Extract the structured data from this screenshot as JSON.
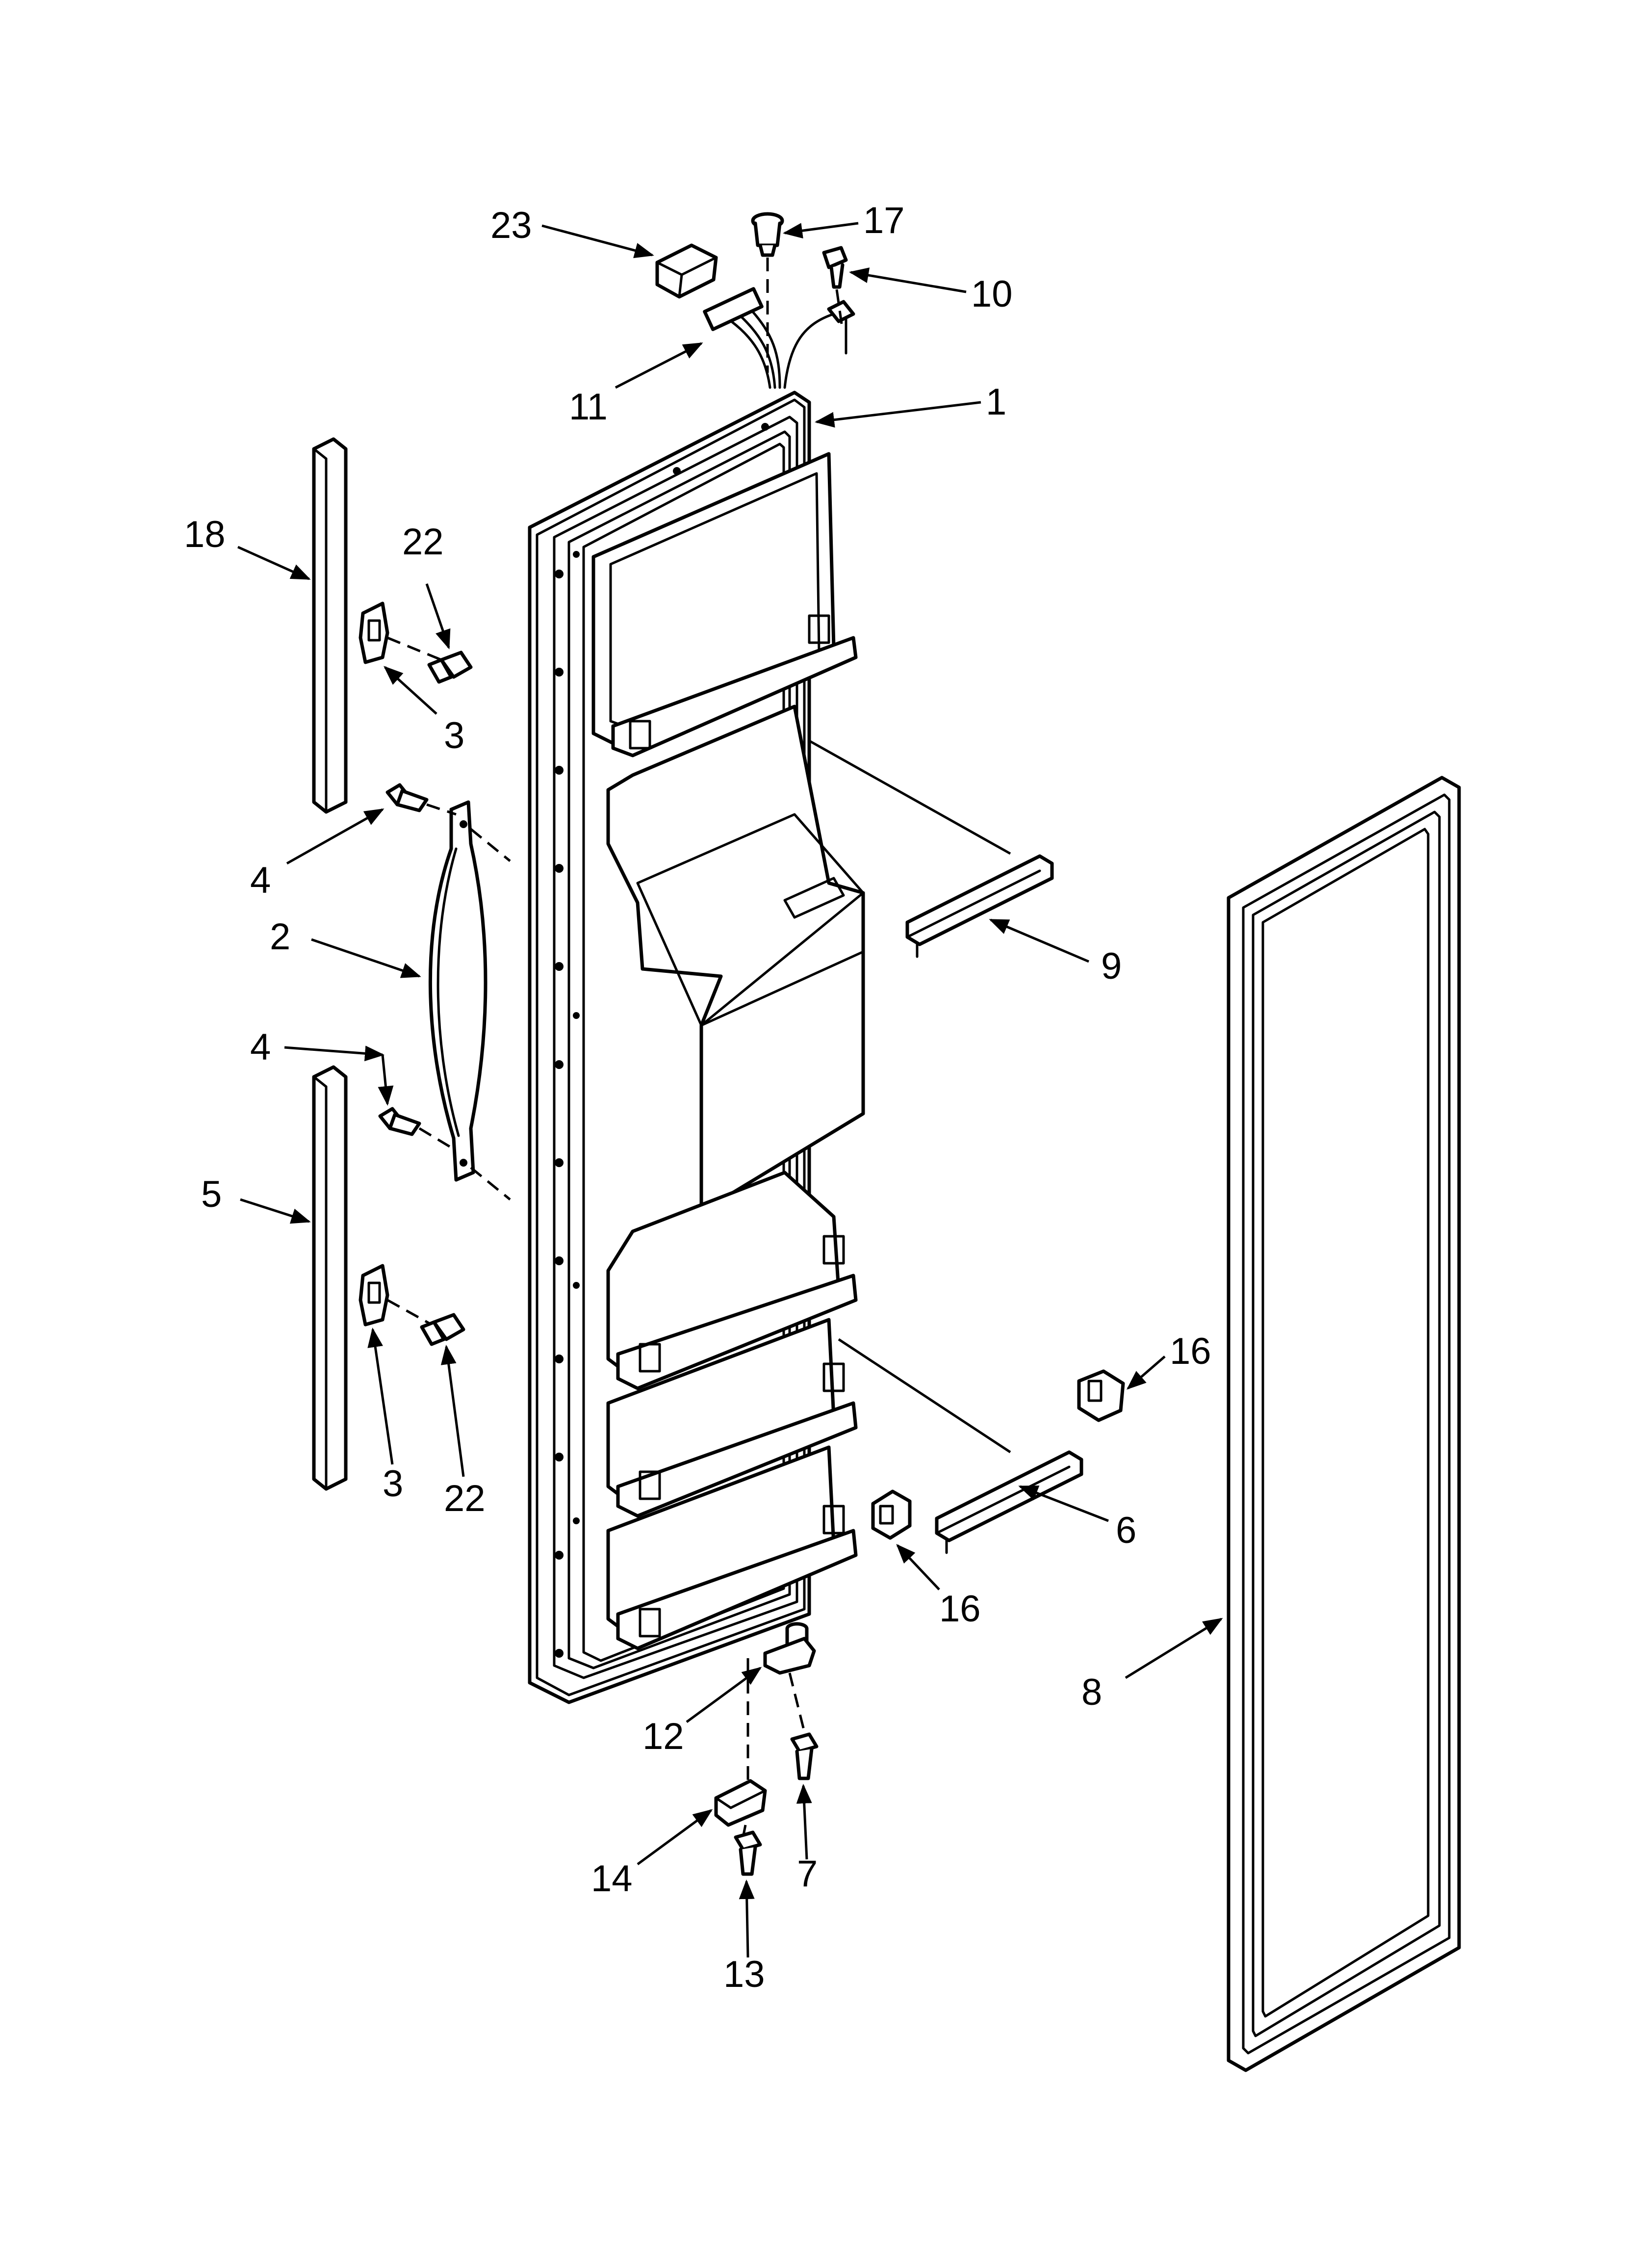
{
  "diagram": {
    "callouts": [
      {
        "id": "c23",
        "text": "23"
      },
      {
        "id": "c17",
        "text": "17"
      },
      {
        "id": "c10",
        "text": "10"
      },
      {
        "id": "c11",
        "text": "11"
      },
      {
        "id": "c1",
        "text": "1"
      },
      {
        "id": "c18",
        "text": "18"
      },
      {
        "id": "c22a",
        "text": "22"
      },
      {
        "id": "c3a",
        "text": "3"
      },
      {
        "id": "c4a",
        "text": "4"
      },
      {
        "id": "c2",
        "text": "2"
      },
      {
        "id": "c9",
        "text": "9"
      },
      {
        "id": "c4b",
        "text": "4"
      },
      {
        "id": "c5",
        "text": "5"
      },
      {
        "id": "c16a",
        "text": "16"
      },
      {
        "id": "c3b",
        "text": "3"
      },
      {
        "id": "c22b",
        "text": "22"
      },
      {
        "id": "c6",
        "text": "6"
      },
      {
        "id": "c16b",
        "text": "16"
      },
      {
        "id": "c8",
        "text": "8"
      },
      {
        "id": "c12",
        "text": "12"
      },
      {
        "id": "c14",
        "text": "14"
      },
      {
        "id": "c7",
        "text": "7"
      },
      {
        "id": "c13",
        "text": "13"
      }
    ]
  }
}
